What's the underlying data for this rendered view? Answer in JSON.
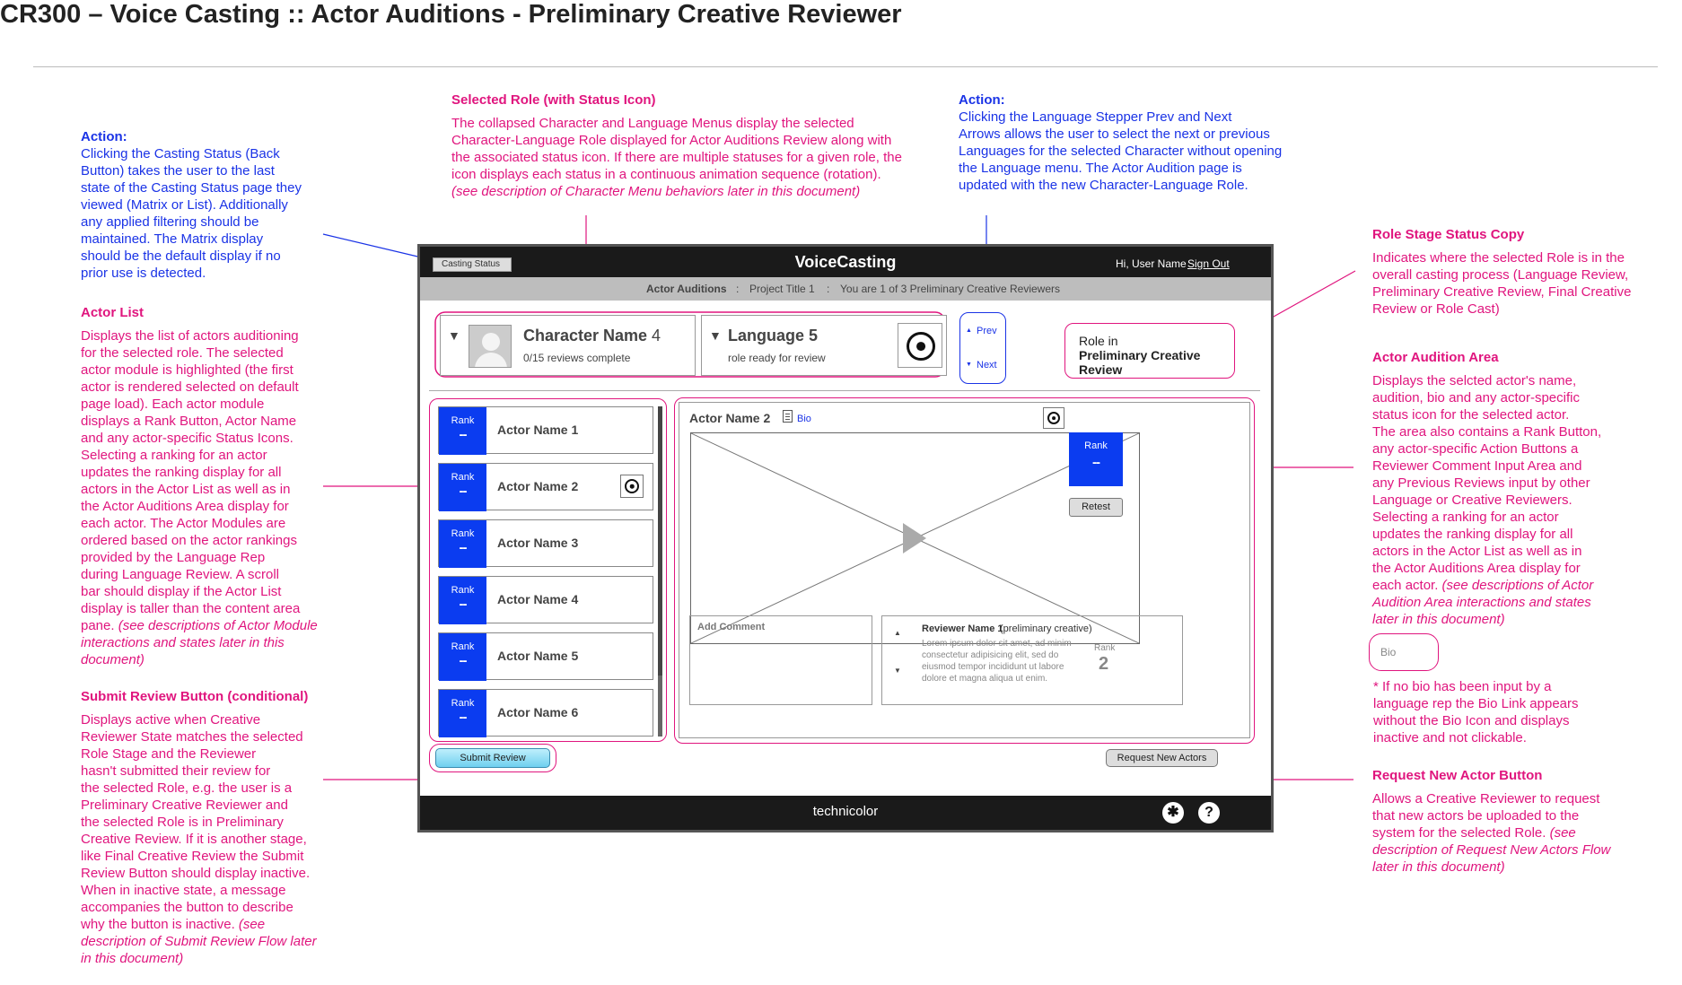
{
  "doc_title": "CR300 – Voice Casting :: Actor Auditions - Preliminary Creative Reviewer",
  "notes": {
    "casting_action": {
      "heading": "Action:",
      "lines": [
        "Clicking the Casting Status (Back",
        "Button) takes the user to the last",
        "state of the Casting Status page they",
        "viewed (Matrix or List). Additionally",
        "any applied filtering should be",
        "maintained. The Matrix display",
        "should be the default display if no",
        "prior use is detected."
      ]
    },
    "actor_list": {
      "heading": "Actor List",
      "lines": [
        "Displays the list of actors auditioning",
        "for the selected role. The selected",
        "actor module is highlighted (the first",
        "actor is rendered selected on default",
        "page load). Each actor module",
        "displays a Rank Button, Actor Name",
        "and any actor-specific Status Icons.",
        "Selecting a ranking for an actor",
        "updates the ranking display for all",
        "actors in the Actor List as well as in",
        "the Actor Auditions Area display for",
        "each actor. The Actor Modules are",
        "ordered based on the actor rankings",
        "provided by the Language Rep",
        "during Language Review. A scroll",
        "bar should display if the Actor List",
        "display is taller than the content area"
      ],
      "line_last": "pane.",
      "italic": [
        " (see descriptions of Actor Module",
        "interactions and states later in this",
        "document)"
      ]
    },
    "submit_review": {
      "heading": "Submit Review Button (conditional)",
      "lines": [
        "Displays active when Creative",
        "Reviewer State matches the selected",
        "Role Stage and the Reviewer",
        "hasn't submitted their review for",
        "the selected Role, e.g. the user is a",
        "Preliminary Creative Reviewer and",
        "the selected Role is in Preliminary",
        "Creative Review. If it is another stage,",
        "like Final Creative Review the Submit",
        "Review Button should display inactive.",
        "When in inactive state, a message",
        "accompanies the button to describe"
      ],
      "line_last": "why the button is inactive.",
      "italic": [
        " (see",
        "description of Submit Review Flow later",
        "in this document)"
      ]
    },
    "selected_role": {
      "heading": "Selected Role (with Status Icon)",
      "lines": [
        "The collapsed Character and Language Menus display the selected",
        "Character-Language Role displayed for Actor Auditions Review along with",
        "the associated status icon. If there are multiple statuses for a given role, the",
        "icon displays each status in a continuous animation sequence (rotation)."
      ],
      "italic": [
        "(see description of Character Menu behaviors later in this document)"
      ]
    },
    "stepper_action": {
      "heading": "Action:",
      "lines": [
        "Clicking the Language Stepper Prev and Next",
        "Arrows allows the user to select the next or previous",
        "Languages for the selected Character without opening",
        "the Language menu. The Actor Audition page is",
        "updated with the new Character-Language Role."
      ]
    },
    "role_stage": {
      "heading": "Role Stage Status Copy",
      "lines": [
        "Indicates where the selected Role is in the",
        "overall casting process (Language Review,",
        "Preliminary Creative Review, Final Creative",
        "Review or Role Cast)"
      ]
    },
    "audition_area": {
      "heading": "Actor Audition Area",
      "lines": [
        "Displays the selcted actor's name,",
        "audition, bio and any actor-specific",
        "status icon for the selected actor.",
        "The area also contains a Rank Button,",
        "any actor-specific Action Buttons a",
        "Reviewer Comment Input Area and",
        "any Previous Reviews input by other",
        "Language or Creative Reviewers.",
        "Selecting a ranking for an actor",
        "updates the ranking display for all",
        "actors in the Actor List as well as in",
        "the Actor Auditions Area display for"
      ],
      "line_last": "each actor.",
      "italic": [
        " (see descriptions of Actor",
        "Audition Area interactions and states",
        "later in this document)"
      ]
    },
    "bio_pill": "Bio",
    "bio_note": [
      "* If no bio has been input by a",
      "language rep the Bio Link appears",
      "without the Bio Icon and displays",
      "inactive and not clickable."
    ],
    "request_actors": {
      "heading": "Request New Actor Button",
      "lines": [
        "Allows a Creative Reviewer to request",
        "that new actors be uploaded to the"
      ],
      "line_last": "system for the selected Role.",
      "italic": [
        " (see",
        "description of Request New Actors Flow",
        "later in this document)"
      ]
    }
  },
  "app": {
    "casting_status": "Casting Status",
    "name": "VoiceCasting",
    "greeting": "Hi, User Name",
    "sign_out": "Sign Out",
    "crumb": {
      "section": "Actor Auditions",
      "sep1": ":",
      "project": "Project Title 1",
      "sep2": ":",
      "reviewer": "You are 1 of 3 Preliminary Creative Reviewers"
    },
    "character": {
      "name": "Character Name",
      "number": "4",
      "progress": "0/15 reviews complete"
    },
    "language": {
      "name": "Language 5",
      "status": "role ready for review"
    },
    "stepper": {
      "prev": "Prev",
      "next": "Next",
      "up_arrow": "▲",
      "down_arrow": "▼"
    },
    "role_stage": {
      "line1": "Role in",
      "line2": "Preliminary Creative Review"
    },
    "actors": [
      {
        "rank_label": "Rank",
        "rank": "--",
        "name": "Actor Name 1",
        "status_icon": false
      },
      {
        "rank_label": "Rank",
        "rank": "--",
        "name": "Actor Name 2",
        "status_icon": true
      },
      {
        "rank_label": "Rank",
        "rank": "--",
        "name": "Actor Name 3",
        "status_icon": false
      },
      {
        "rank_label": "Rank",
        "rank": "--",
        "name": "Actor Name 4",
        "status_icon": false
      },
      {
        "rank_label": "Rank",
        "rank": "--",
        "name": "Actor Name 5",
        "status_icon": false
      },
      {
        "rank_label": "Rank",
        "rank": "--",
        "name": "Actor Name 6",
        "status_icon": false
      }
    ],
    "audition": {
      "actor_name": "Actor Name 2",
      "bio": "Bio",
      "rank_label": "Rank",
      "rank": "--",
      "retest": "Retest",
      "comment_placeholder": "Add Comment"
    },
    "review": {
      "reviewer": "Reviewer Name 1",
      "role": "(preliminary creative)",
      "text": [
        "Lorem ipsum dolor sit amet, ad minim",
        "consectetur adipisicing elit, sed do",
        "eiusmod tempor incididunt ut labore",
        "dolore et magna aliqua ut enim."
      ],
      "rank_label": "Rank",
      "rank": "2"
    },
    "submit_review": "Submit Review",
    "request_new_actors": "Request New Actors",
    "footer_brand": "technicolor",
    "settings_icon_glyph": "✱",
    "help_icon_glyph": "?"
  },
  "colors": {
    "annotation_blue": "#1a33e6",
    "annotation_pink": "#e0157e",
    "rank_blue": "#0b3cf0",
    "dark_bar": "#1a1a1a"
  }
}
